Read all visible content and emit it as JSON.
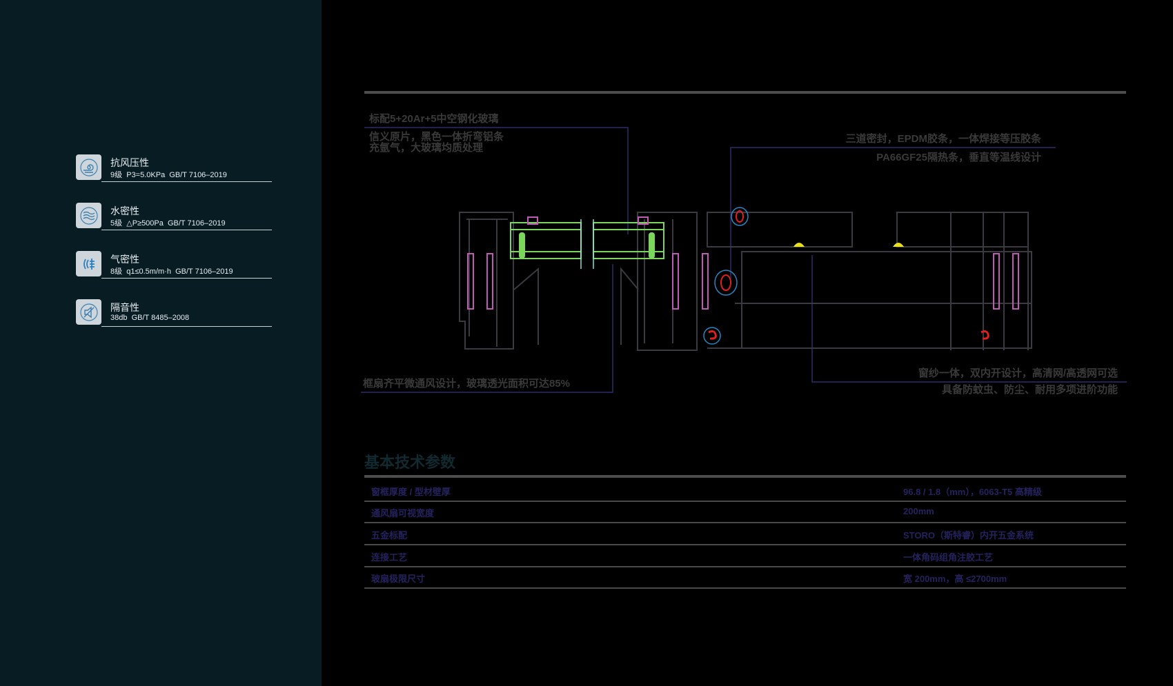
{
  "features": [
    {
      "title": "抗风压性",
      "spec": "9级  P3=5.0KPa  GB/T 7106–2019",
      "icon": "wind-swirl-icon"
    },
    {
      "title": "水密性",
      "spec": "5级  △P≥500Pa  GB/T 7106–2019",
      "icon": "water-waves-icon"
    },
    {
      "title": "气密性",
      "spec": "8级  q1≤0.5m/m·h  GB/T 7106–2019",
      "icon": "airflow-icon"
    },
    {
      "title": "隔音性",
      "spec": "38db  GB/T 8485–2008",
      "icon": "sound-mute-icon"
    }
  ],
  "annotations": {
    "glass_title": "标配5+20Ar+5中空钢化玻璃",
    "glass_line1": "信义原片，黑色一体折弯铝条",
    "glass_line2": "充氩气，大玻璃均质处理",
    "seal_line1": "三道密封，EPDM胶条，一体焊接等压胶条",
    "seal_line2": "PA66GF25隔热条，垂直等温线设计",
    "vent": "框扇齐平微通风设计，玻璃透光面积可达85%",
    "screen_line1": "窗纱一体，双内开设计，高清网/高透网可选",
    "screen_line2": "具备防蚊虫、防尘、耐用多项进阶功能"
  },
  "params": {
    "title": "基本技术参数",
    "rows": [
      {
        "k": "窗框厚度 / 型材壁厚",
        "v": "96.8 / 1.8（mm），6063-T5  高精级"
      },
      {
        "k": "通风扇可视宽度",
        "v": "200mm"
      },
      {
        "k": "五金标配",
        "v": "STORO（斯特睿）内开五金系统"
      },
      {
        "k": "连接工艺",
        "v": "一体角码组角注胶工艺"
      },
      {
        "k": "玻扇极限尺寸",
        "v": "宽 200mm，高 ≤2700mm"
      }
    ]
  }
}
